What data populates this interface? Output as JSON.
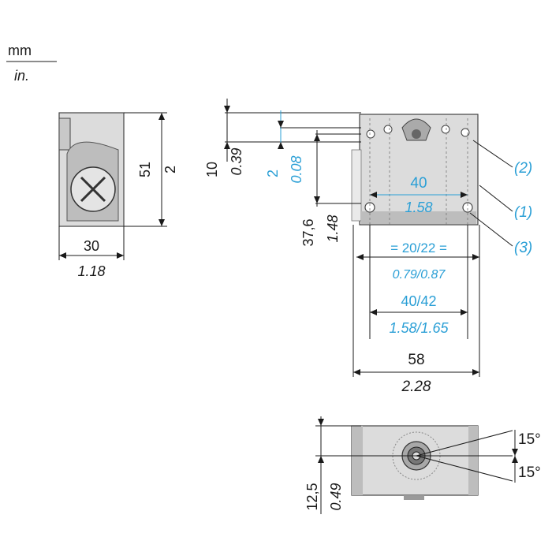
{
  "units": {
    "mm": "mm",
    "in": "in."
  },
  "side_view": {
    "width_mm": "30",
    "width_in": "1.18",
    "height_mm": "51",
    "height_in": "2"
  },
  "front_view": {
    "top_mm": "10",
    "top_in": "0.39",
    "gap_mm": "2",
    "gap_in": "0.08",
    "height_mm": "37,6",
    "height_in": "1.48",
    "spacing_mm": "40",
    "spacing_in": "1.58",
    "slot_mm": "= 20/22 =",
    "slot_in": "0.79/0.87",
    "range_mm": "40/42",
    "range_in": "1.58/1.65",
    "width_mm": "58",
    "width_in": "2.28",
    "callouts": [
      "(2)",
      "(1)",
      "(3)"
    ]
  },
  "top_view": {
    "offset_mm": "12,5",
    "offset_in": "0.49",
    "angle_1": "15°",
    "angle_2": "15°"
  },
  "colors": {
    "mm_text": "#1a1a1a",
    "inch_text": "#2a9fd6"
  }
}
